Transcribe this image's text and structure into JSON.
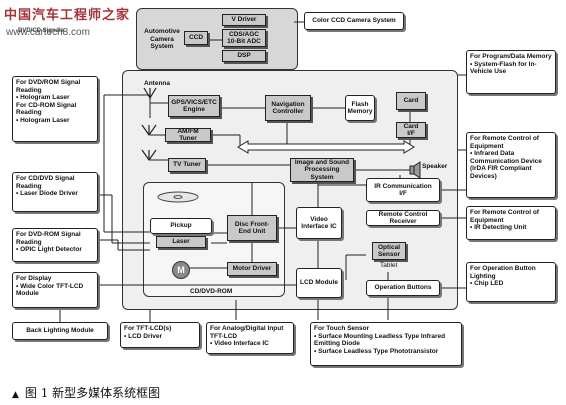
{
  "watermark": {
    "line1": "中国汽车工程师之家",
    "line2": "www.cartech8.com"
  },
  "caption": {
    "marker": "▲",
    "text": "图 1  新型多媒体系统框图"
  },
  "header_overlap": {
    "text": "DVD/CD Signals"
  },
  "camera": {
    "auto_camera": "Automotive Camera System",
    "ccd": "CCD",
    "v_driver": "V Driver",
    "cds_agc": "CDS/AGC 10-Bit ADC",
    "dsp": "DSP",
    "color_ccd": "Color CCD Camera System"
  },
  "left": {
    "dvd_rom": {
      "title1": "For DVD/ROM Signal Reading",
      "b1": "Hologram Laser",
      "title2": "For CD-ROM Signal Reading",
      "b2": "Hologram Laser"
    },
    "cd_dvd": {
      "title": "For CD/DVD Signal Reading",
      "b1": "Laser Diode Driver"
    },
    "dvd_rom2": {
      "title": "For DVD-ROM Signal Reading",
      "b1": "OPIC Light Detector"
    },
    "display": {
      "title": "For Display",
      "b1": "Wide Color TFT-LCD Module"
    }
  },
  "bottom": {
    "backlight": "Back Lighting Module",
    "tft": {
      "title": "For TFT-LCD(s)",
      "b1": "LCD Driver"
    },
    "analog": {
      "title": "For Analog/Digital Input TFT-LCD",
      "b1": "Video Interface IC"
    },
    "touch": {
      "title": "For Touch Sensor",
      "b1": "Surface Mounting Leadless Type Infrared Emitting Diode",
      "b2": "Surface Leadless Type Phototransistor"
    }
  },
  "right": {
    "program": {
      "title": "For Program/Data Memory",
      "b1": "System-Flash for In-Vehicle Use"
    },
    "remote1": {
      "title": "For Remote Control of Equipment",
      "b1": "Infrared Data Communication Device (IrDA FIR Compliant Devices)"
    },
    "remote2": {
      "title": "For Remote Control of Equipment",
      "b1": "IR Detecting Unit"
    },
    "button": {
      "title": "For Operation Button Lighting",
      "b1": "Chip LED"
    }
  },
  "main": {
    "antenna": "Antenna",
    "gps": "GPS/VICS/ETC Engine",
    "nav": "Navigation Controller",
    "flash": "Flash Memory",
    "card": "Card",
    "card_if": "Card I/F",
    "amfm": "AM/FM Tuner",
    "tv": "TV Tuner",
    "isp": "Image and Sound Processing System",
    "speaker": "Speaker",
    "ir": "IR Communication I/F",
    "remote_rx": "Remote Control Receiver",
    "pickup": "Pickup",
    "laser": "Laser",
    "disc": "Disc Front-End Unit",
    "motor_driver": "Motor Driver",
    "motor_symbol": "M",
    "video_if": "Video Interface IC",
    "lcd": "LCD Module",
    "optical": "Optical Sensor",
    "tablet": "Tablet",
    "op_buttons": "Operation Buttons",
    "cd_dvd_rom": "CD/DVD-ROM"
  }
}
